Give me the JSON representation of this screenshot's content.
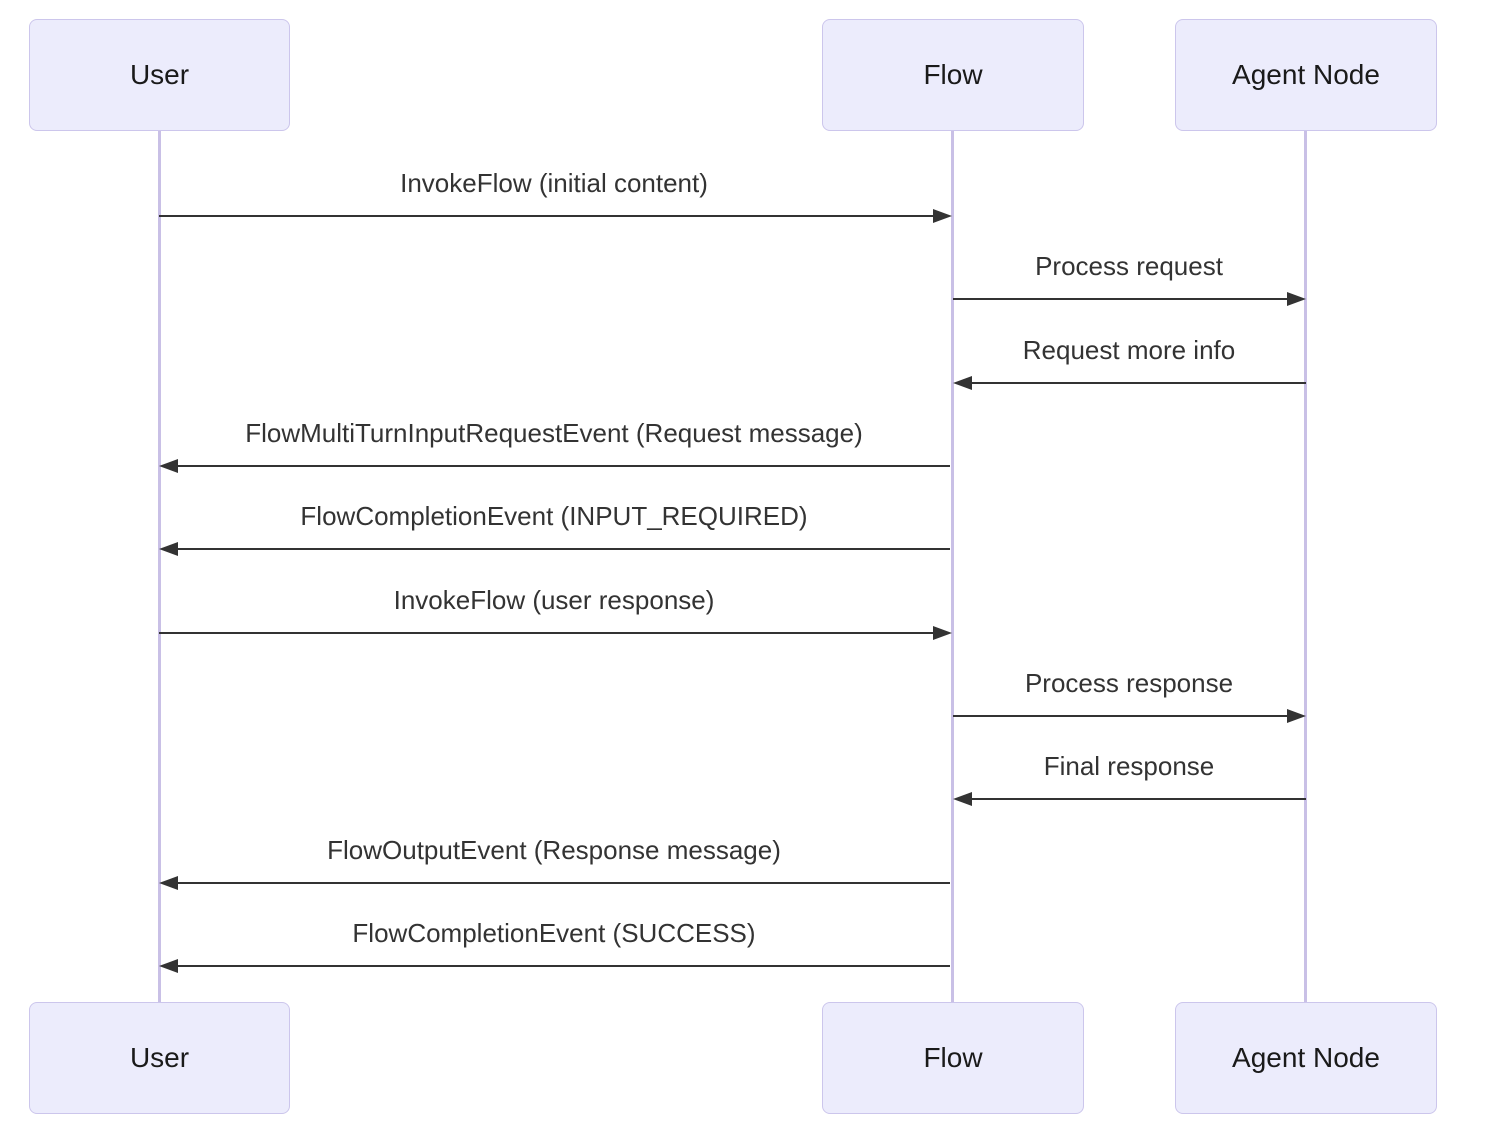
{
  "diagram_type": "sequence",
  "actors": [
    {
      "name": "User"
    },
    {
      "name": "Flow"
    },
    {
      "name": "Agent Node"
    }
  ],
  "messages": [
    {
      "from": "User",
      "to": "Flow",
      "label": "InvokeFlow (initial content)"
    },
    {
      "from": "Flow",
      "to": "Agent Node",
      "label": "Process request"
    },
    {
      "from": "Agent Node",
      "to": "Flow",
      "label": "Request more info"
    },
    {
      "from": "Flow",
      "to": "User",
      "label": "FlowMultiTurnInputRequestEvent (Request message)"
    },
    {
      "from": "Flow",
      "to": "User",
      "label": "FlowCompletionEvent (INPUT_REQUIRED)"
    },
    {
      "from": "User",
      "to": "Flow",
      "label": "InvokeFlow (user response)"
    },
    {
      "from": "Flow",
      "to": "Agent Node",
      "label": "Process response"
    },
    {
      "from": "Agent Node",
      "to": "Flow",
      "label": "Final response"
    },
    {
      "from": "Flow",
      "to": "User",
      "label": "FlowOutputEvent (Response message)"
    },
    {
      "from": "Flow",
      "to": "User",
      "label": "FlowCompletionEvent (SUCCESS)"
    }
  ],
  "colors": {
    "actor_fill": "#ECECFC",
    "actor_border": "#CCC6EC",
    "lifeline": "#C9C0E6",
    "arrow": "#333333",
    "message_text": "#333333",
    "actor_text": "#1A1A1A",
    "background": "#FFFFFF"
  }
}
